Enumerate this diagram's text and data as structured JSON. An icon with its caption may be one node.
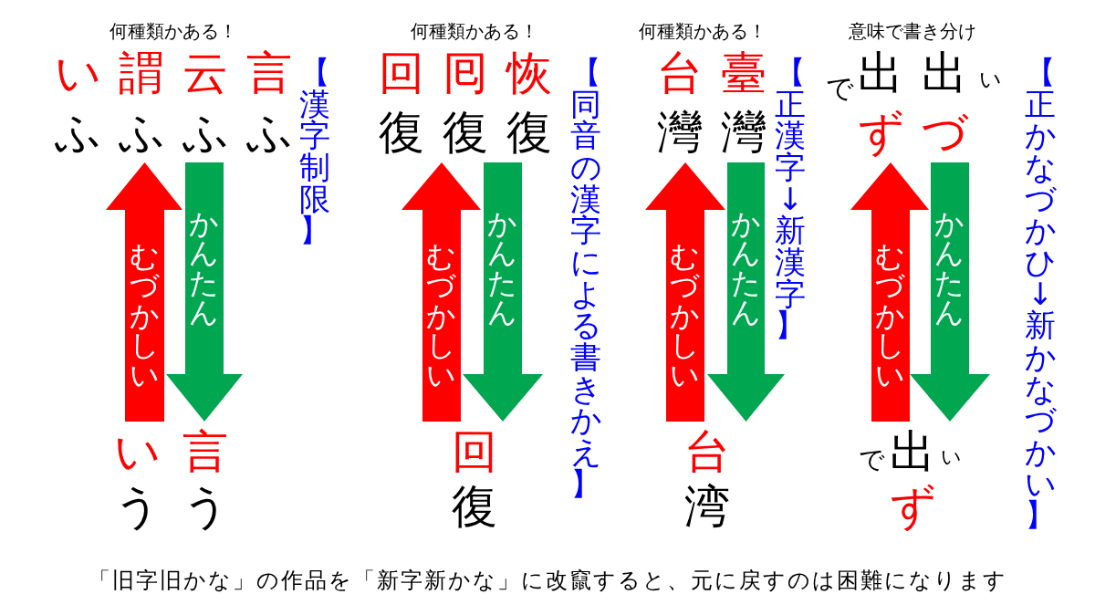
{
  "diagram": {
    "caption": "「旧字旧かな」の作品を「新字新かな」に改竄すると、元に戻すのは困難になります",
    "nodes": [
      {
        "text": [
          "何種類かある！",
          "い",
          "謂",
          "云",
          "言",
          "ふ",
          "ふ",
          "ふ",
          "ふ"
        ]
      },
      {
        "text": [
          "い",
          "言",
          "う",
          "う"
        ]
      },
      {
        "text": [
          "何種類かある！",
          "回",
          "囘",
          "恢",
          "復",
          "復",
          "復"
        ]
      },
      {
        "text": [
          "回",
          "復"
        ]
      },
      {
        "text": [
          "何種類かある！",
          "台",
          "臺",
          "灣",
          "灣"
        ]
      },
      {
        "text": [
          "台",
          "湾"
        ]
      },
      {
        "text": [
          "意味で書き分け",
          "で",
          "出",
          "出",
          "い",
          "ず",
          "づ"
        ]
      },
      {
        "text": [
          "で",
          "出",
          "い",
          "ず"
        ]
      }
    ],
    "edges": [
      {
        "from": 1,
        "to": 0,
        "arrow": "to",
        "label": "むづかしい",
        "style": "thick",
        "color": "#ff0000"
      },
      {
        "from": 0,
        "to": 1,
        "arrow": "to",
        "label": "かんたん",
        "style": "thick",
        "color": "#00a650"
      },
      {
        "from": 3,
        "to": 2,
        "arrow": "to",
        "label": "むづかしい",
        "style": "thick",
        "color": "#ff0000"
      },
      {
        "from": 2,
        "to": 3,
        "arrow": "to",
        "label": "かんたん",
        "style": "thick",
        "color": "#00a650"
      },
      {
        "from": 5,
        "to": 4,
        "arrow": "to",
        "label": "むづかしい",
        "style": "thick",
        "color": "#ff0000"
      },
      {
        "from": 4,
        "to": 5,
        "arrow": "to",
        "label": "かんたん",
        "style": "thick",
        "color": "#00a650"
      },
      {
        "from": 7,
        "to": 6,
        "arrow": "to",
        "label": "むづかしい",
        "style": "thick",
        "color": "#ff0000"
      },
      {
        "from": 6,
        "to": 7,
        "arrow": "to",
        "label": "かんたん",
        "style": "thick",
        "color": "#00a650"
      }
    ],
    "labels": [
      "【漢字制限】",
      "【同音の漢字による書きかえ】",
      "【正漢字↓新漢字】",
      "【正かなづかひ↓新かなづかい】"
    ]
  }
}
